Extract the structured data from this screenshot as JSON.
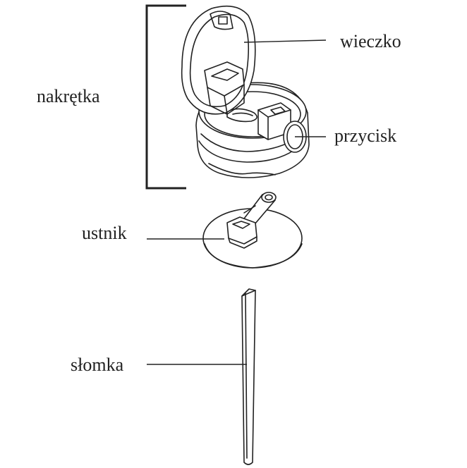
{
  "labels": {
    "nakretka": "nakrętka",
    "wieczko": "wieczko",
    "przycisk": "przycisk",
    "ustnik": "ustnik",
    "slomka": "słomka"
  },
  "colors": {
    "ink": "#222222",
    "background": "#ffffff"
  }
}
